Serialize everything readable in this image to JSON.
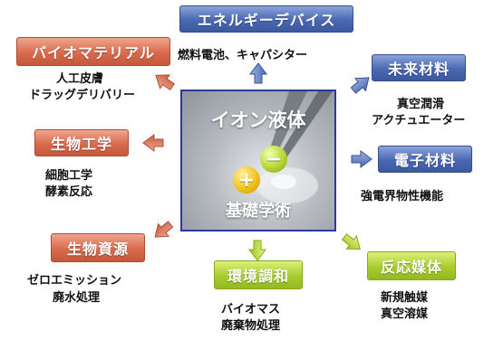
{
  "center": {
    "title": "イオン液体",
    "subtitle": "基礎学術",
    "plus_symbol": "+",
    "minus_symbol": "−"
  },
  "nodes": {
    "electronic_devices": {
      "label": "エネルギーデバイス",
      "desc": [
        "燃料電池、キャパシター"
      ]
    },
    "biomaterial": {
      "label": "バイオマテリアル",
      "desc": [
        "人工皮膚",
        "ドラッグデリバリー"
      ]
    },
    "future_materials": {
      "label": "未来材料",
      "desc": [
        "真空潤滑",
        "アクチュエーター"
      ]
    },
    "bioengineering": {
      "label": "生物工学",
      "desc": [
        "細胞工学",
        "酵素反応"
      ]
    },
    "electronic_materials": {
      "label": "電子材料",
      "desc": [
        "強電界物性機能"
      ]
    },
    "bio_resources": {
      "label": "生物資源",
      "desc": [
        "ゼロエミッション",
        "廃水処理"
      ]
    },
    "environment": {
      "label": "環境調和",
      "desc": [
        "バイオマス",
        "廃棄物処理"
      ]
    },
    "reaction_media": {
      "label": "反応媒体",
      "desc": [
        "新規触媒",
        "真空溶媒"
      ]
    }
  },
  "colors": {
    "blue": "#4a68b3",
    "red": "#d86a4d",
    "green": "#a8cc2e",
    "center_border": "#2a3a9a"
  }
}
